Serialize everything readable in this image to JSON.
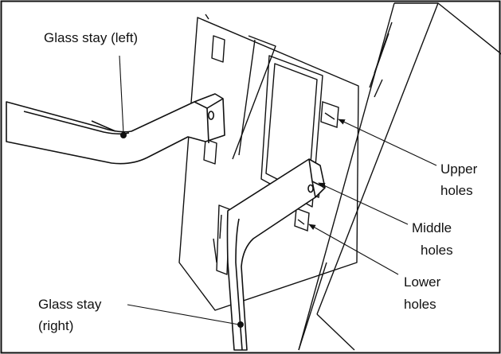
{
  "figure": {
    "kind": "line-art",
    "stroke_color": "#111111",
    "background_color": "#ffffff"
  },
  "labels": {
    "glass_stay_left": "Glass stay (left)",
    "upper_holes_line1": "Upper",
    "upper_holes_line2": "holes",
    "middle_holes_line1": "Middle",
    "middle_holes_line2": "holes",
    "lower_holes_line1": "Lower",
    "lower_holes_line2": "holes",
    "glass_stay_right_line1": "Glass stay",
    "glass_stay_right_line2": "(right)"
  }
}
